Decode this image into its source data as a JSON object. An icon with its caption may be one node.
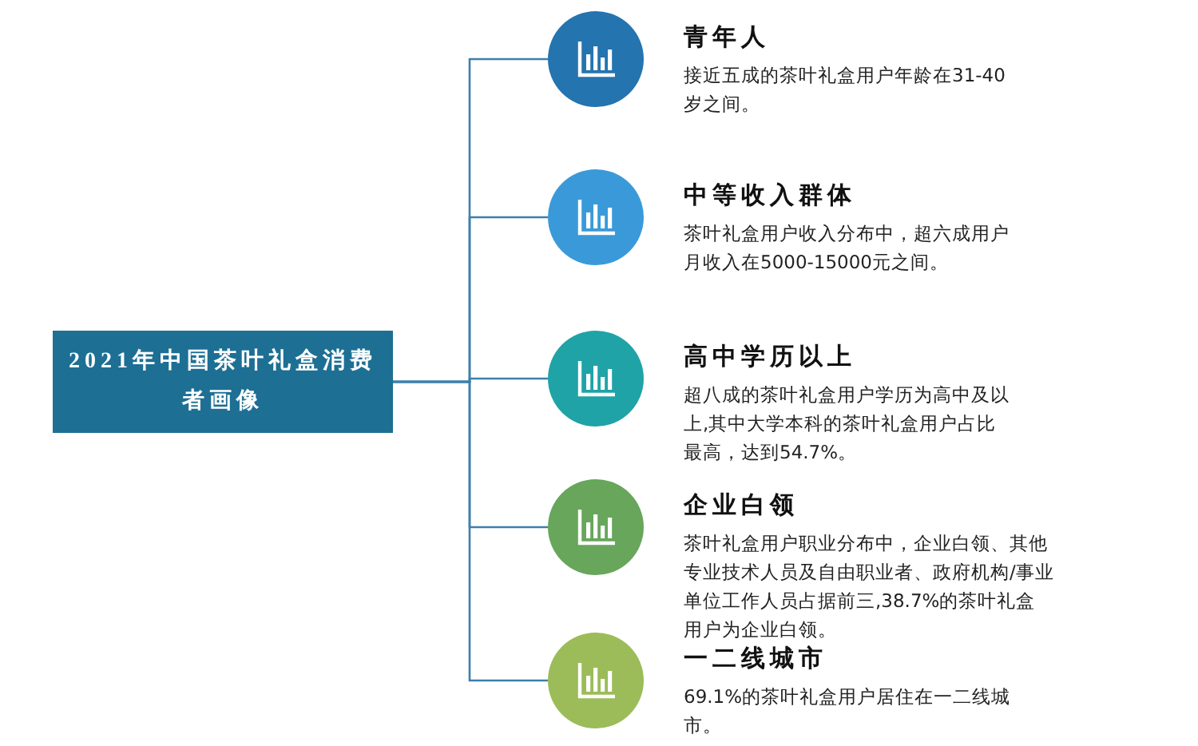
{
  "diagram": {
    "nodes": [
      {
        "text": [
          "2021年中国茶叶礼盒消费者画像"
        ]
      },
      {
        "text": [
          "青年人",
          "接近五成的茶叶礼盒用户年龄在31-40岁之间。"
        ]
      },
      {
        "text": [
          "中等收入群体",
          "茶叶礼盒用户收入分布中，超六成用户月收入在5000-15000元之间。"
        ]
      },
      {
        "text": [
          "高中学历以上",
          "超八成的茶叶礼盒用户学历为高中及以上,其中大学本科的茶叶礼盒用户占比最高，达到54.7%。"
        ]
      },
      {
        "text": [
          "企业白领",
          "茶叶礼盒用户职业分布中，企业白领、其他专业技术人员及自由职业者、政府机构/事业单位工作人员占据前三,38.7%的茶叶礼盒用户为企业白领。"
        ]
      },
      {
        "text": [
          "一二线城市",
          "69.1%的茶叶礼盒用户居住在一二线城市。"
        ]
      }
    ],
    "edges": [
      {
        "from": 0,
        "to": 1,
        "arrow": "none"
      },
      {
        "from": 0,
        "to": 2,
        "arrow": "none"
      },
      {
        "from": 0,
        "to": 3,
        "arrow": "none"
      },
      {
        "from": 0,
        "to": 4,
        "arrow": "none"
      },
      {
        "from": 0,
        "to": 5,
        "arrow": "none"
      }
    ]
  }
}
